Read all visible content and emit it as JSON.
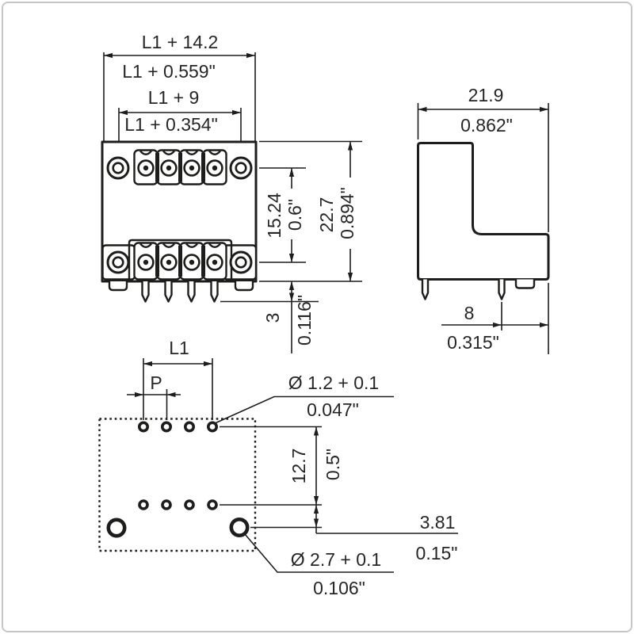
{
  "views": {
    "front": {
      "dims": {
        "outer_width_mm": "L1 + 14.2",
        "outer_width_in": "L1 + 0.559\"",
        "flange_width_mm": "L1 + 9",
        "flange_width_in": "L1 + 0.354\"",
        "row_spacing_mm": "15.24",
        "row_spacing_in": "0.6\"",
        "height_mm": "22.7",
        "height_in": "0.894\"",
        "pin_length_mm": "3",
        "pin_length_in": "0.116\""
      }
    },
    "side": {
      "dims": {
        "depth_mm": "21.9",
        "depth_in": "0.862\"",
        "pin_to_edge_mm": "8",
        "pin_to_edge_in": "0.315\""
      }
    },
    "footprint": {
      "dims": {
        "length_label": "L1",
        "pitch_label": "P",
        "pin_hole_dia_mm": "Ø 1.2 + 0.1",
        "pin_hole_dia_in": "0.047\"",
        "row_spacing_mm": "12.7",
        "row_spacing_in": "0.5\"",
        "hole_offset_mm": "3.81",
        "hole_offset_in": "0.15\"",
        "mount_hole_dia_mm": "Ø 2.7 + 0.1",
        "mount_hole_dia_in": "0.106\""
      }
    }
  },
  "colors": {
    "line": "#1d1d1b",
    "text": "#262626",
    "background": "#ffffff",
    "frame_border": "#c6c6c6"
  }
}
